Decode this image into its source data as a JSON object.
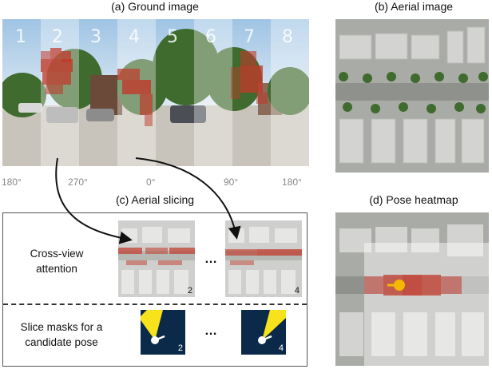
{
  "panels": {
    "ground": {
      "title": "(a) Ground image",
      "slice_numbers": [
        "1",
        "2",
        "3",
        "4",
        "5",
        "6",
        "7",
        "8"
      ],
      "degree_labels": [
        "180°",
        "270°",
        "0°",
        "90°",
        "180°"
      ]
    },
    "aerial": {
      "title": "(b) Aerial image"
    },
    "slicing": {
      "title": "(c) Aerial slicing",
      "row1_label": "Cross-view attention",
      "row2_label": "Slice masks for a candidate pose",
      "ellipsis": "…",
      "thumb_numbers": [
        "2",
        "4"
      ]
    },
    "heatmap": {
      "title": "(d) Pose heatmap"
    }
  },
  "colors": {
    "heat": "#c0392b",
    "pose": "#f5b800",
    "mask_bg": "#0b2a4a",
    "mask_cone": "#f7e21b"
  }
}
